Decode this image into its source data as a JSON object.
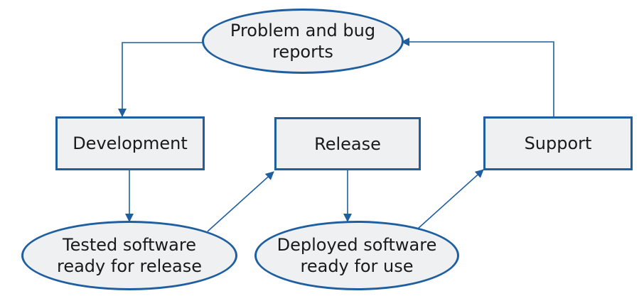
{
  "nodes": {
    "problem_reports": {
      "line1": "Problem and bug",
      "line2": "reports"
    },
    "development": {
      "label": "Development"
    },
    "release": {
      "label": "Release"
    },
    "support": {
      "label": "Support"
    },
    "tested_software": {
      "line1": "Tested software",
      "line2": "ready for release"
    },
    "deployed_software": {
      "line1": "Deployed software",
      "line2": "ready for use"
    }
  },
  "colors": {
    "border": "#1f5fa0",
    "fill": "#eef0f2",
    "arrow": "#1f5fa0",
    "text": "#1a1a1a"
  }
}
